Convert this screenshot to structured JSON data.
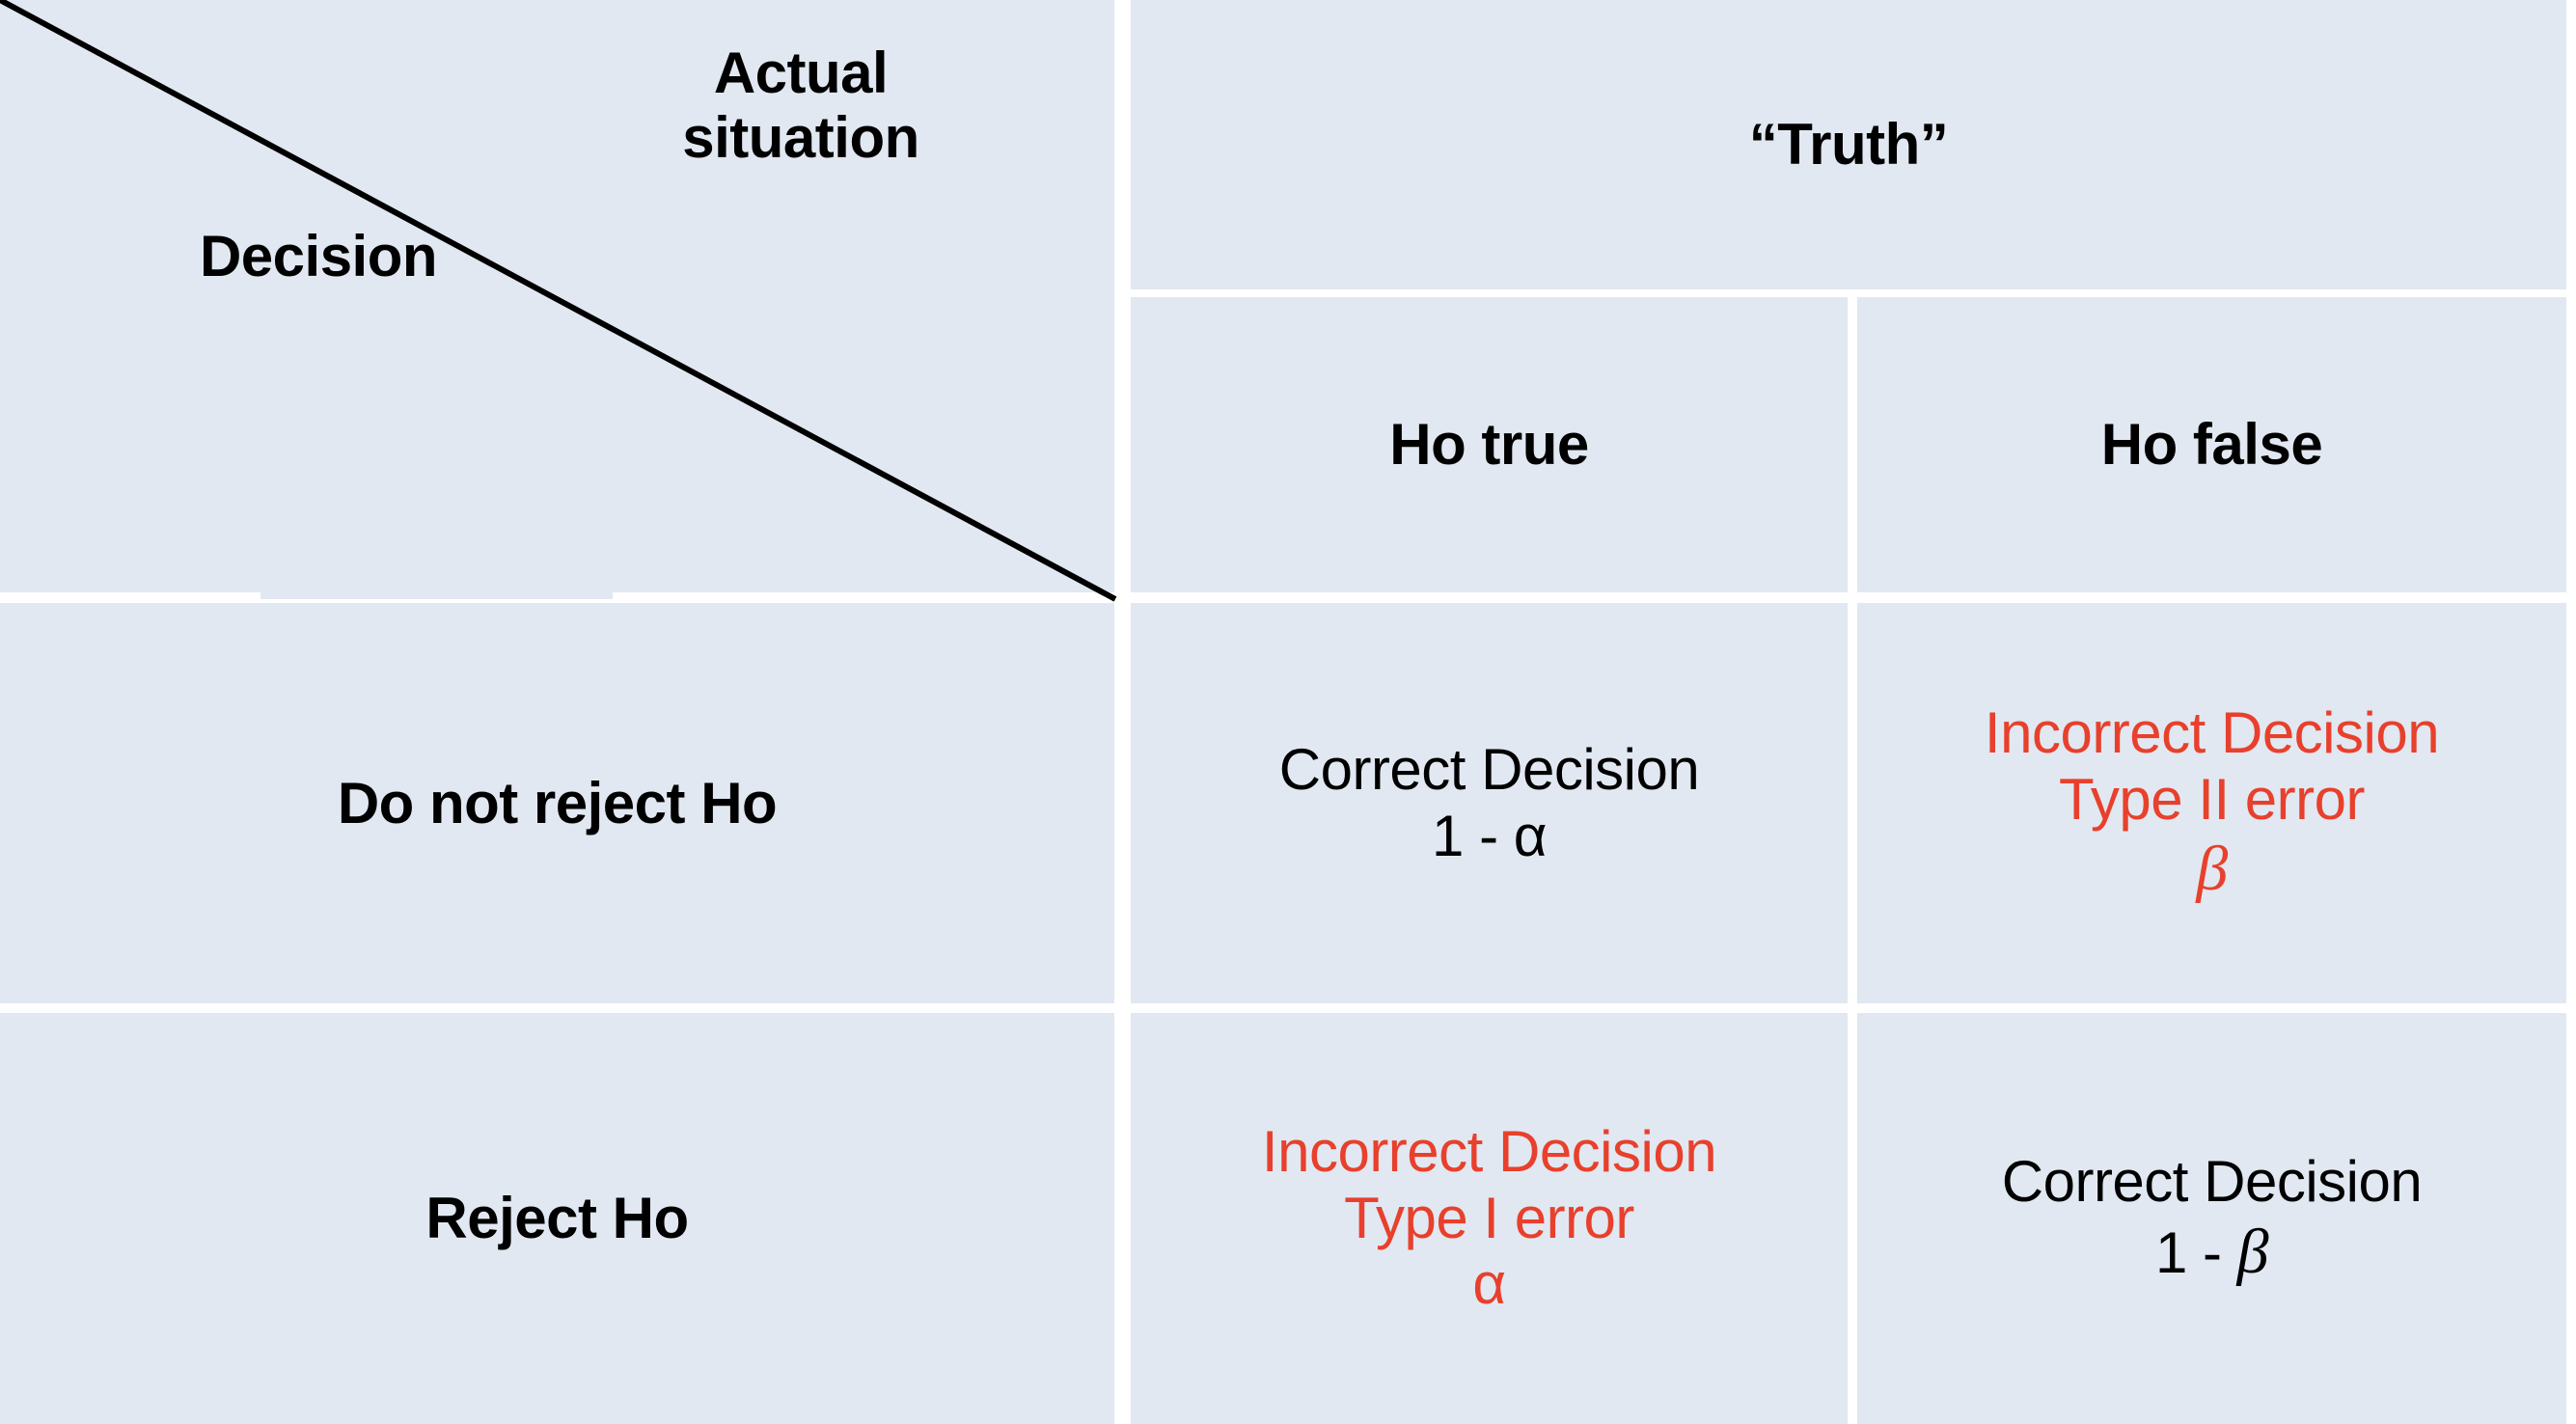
{
  "table": {
    "corner": {
      "column_axis_label": "Actual situation",
      "row_axis_label": "Decision",
      "divider": "diagonal-line"
    },
    "column_group_header": "“Truth”",
    "column_headers": [
      "Ho true",
      "Ho false"
    ],
    "row_headers": [
      "Do not reject Ho",
      "Reject Ho"
    ],
    "cells": [
      {
        "row": "Do not reject Ho",
        "column": "Ho true",
        "outcome": "Correct Decision",
        "detail": "",
        "symbol_prefix": "1 - ",
        "symbol": "α",
        "symbol_style": "upright",
        "state": "correct"
      },
      {
        "row": "Do not reject Ho",
        "column": "Ho false",
        "outcome": "Incorrect Decision",
        "detail": "Type II error",
        "symbol_prefix": "",
        "symbol": "β",
        "symbol_style": "italic",
        "state": "error"
      },
      {
        "row": "Reject Ho",
        "column": "Ho true",
        "outcome": "Incorrect Decision",
        "detail": "Type I error",
        "symbol_prefix": "",
        "symbol": "α",
        "symbol_style": "upright",
        "state": "error"
      },
      {
        "row": "Reject Ho",
        "column": "Ho false",
        "outcome": "Correct Decision",
        "detail": "",
        "symbol_prefix": "1 - ",
        "symbol": "β",
        "symbol_style": "italic",
        "state": "correct"
      }
    ]
  },
  "colors": {
    "cell_fill": "#E1E8F1",
    "gap": "#FFFFFF",
    "text": "#000000",
    "error_text": "#E8402C",
    "divider_line": "#000000"
  }
}
